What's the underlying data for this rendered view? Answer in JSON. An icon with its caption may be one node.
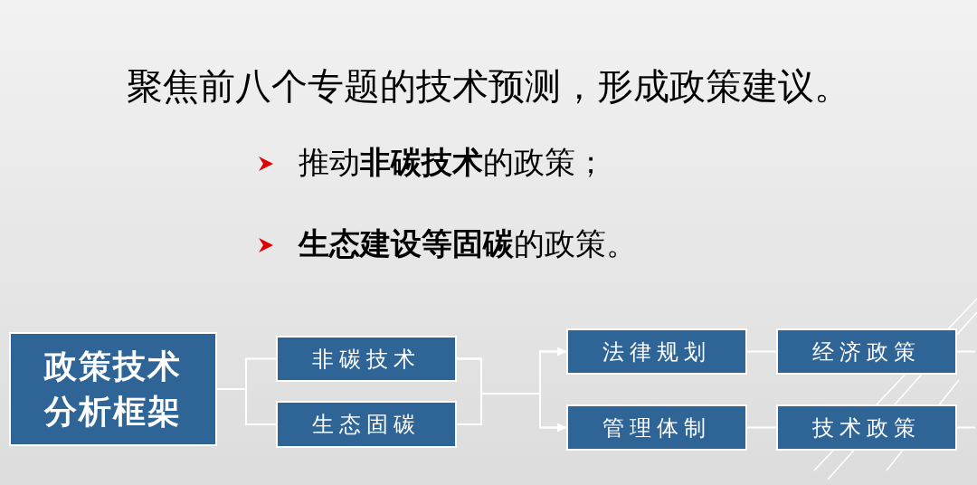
{
  "diagram": {
    "title": "聚焦前八个专题的技术预测，形成政策建议。",
    "nodes": [
      {
        "text": [
          "政策技术分析框架"
        ]
      },
      {
        "text": [
          "非碳技术"
        ]
      },
      {
        "text": [
          "生态固碳"
        ]
      },
      {
        "text": [
          "法律规划"
        ]
      },
      {
        "text": [
          "经济政策"
        ]
      },
      {
        "text": [
          "管理体制"
        ]
      },
      {
        "text": [
          "技术政策"
        ]
      }
    ],
    "edges": [
      {
        "from": 0,
        "to": 1,
        "arrow": "none"
      },
      {
        "from": 0,
        "to": 2,
        "arrow": "none"
      },
      {
        "from": 1,
        "to": 3,
        "arrow": "to"
      },
      {
        "from": 1,
        "to": 5,
        "arrow": "to"
      },
      {
        "from": 2,
        "to": 3,
        "arrow": "to"
      },
      {
        "from": 2,
        "to": 5,
        "arrow": "to"
      },
      {
        "from": 3,
        "to": 4,
        "arrow": "none"
      },
      {
        "from": 5,
        "to": 6,
        "arrow": "none"
      },
      {
        "from": 4,
        "to": null,
        "arrow": "none"
      },
      {
        "from": 6,
        "to": null,
        "arrow": "none"
      }
    ],
    "labels": [
      "推动**非碳技术**的政策；",
      "**生态建设等固碳**的政策。"
    ]
  }
}
